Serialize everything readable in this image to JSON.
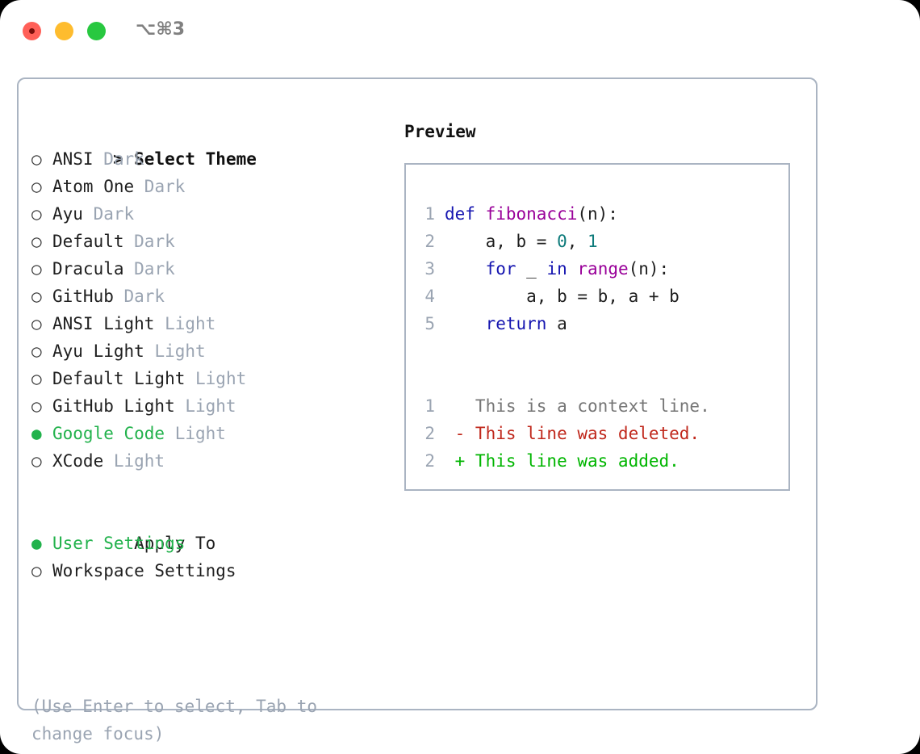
{
  "titlebar": {
    "shortcut": "⌥⌘3",
    "buttons": [
      {
        "name": "close",
        "color": "#ff6058"
      },
      {
        "name": "minimize",
        "color": "#febc2e"
      },
      {
        "name": "maximize",
        "color": "#28c840"
      }
    ]
  },
  "accent": {
    "green": "#22b24c",
    "muted": "#9aa4b2",
    "border": "#aab4c2"
  },
  "theme_list": {
    "header": "Select Theme",
    "header_prefix": ">",
    "marker_selected": "●",
    "marker_unselected": "○",
    "items": [
      {
        "name": "ANSI",
        "mode": "Dark",
        "selected": false
      },
      {
        "name": "Atom One",
        "mode": "Dark",
        "selected": false
      },
      {
        "name": "Ayu",
        "mode": "Dark",
        "selected": false
      },
      {
        "name": "Default",
        "mode": "Dark",
        "selected": false
      },
      {
        "name": "Dracula",
        "mode": "Dark",
        "selected": false
      },
      {
        "name": "GitHub",
        "mode": "Dark",
        "selected": false
      },
      {
        "name": "ANSI Light",
        "mode": "Light",
        "selected": false
      },
      {
        "name": "Ayu Light",
        "mode": "Light",
        "selected": false
      },
      {
        "name": "Default Light",
        "mode": "Light",
        "selected": false
      },
      {
        "name": "GitHub Light",
        "mode": "Light",
        "selected": false
      },
      {
        "name": "Google Code",
        "mode": "Light",
        "selected": true
      },
      {
        "name": "XCode",
        "mode": "Light",
        "selected": false
      }
    ]
  },
  "apply_to": {
    "header": "Apply To",
    "items": [
      {
        "name": "User Settings",
        "selected": true
      },
      {
        "name": "Workspace Settings",
        "selected": false
      }
    ]
  },
  "hint": "(Use Enter to select, Tab to change focus)",
  "preview": {
    "title": "Preview",
    "code_lines": [
      {
        "no": "1",
        "tokens": [
          {
            "t": "def ",
            "c": "kw"
          },
          {
            "t": "fibonacci",
            "c": "fn"
          },
          {
            "t": "(n):",
            "c": "plain"
          }
        ]
      },
      {
        "no": "2",
        "tokens": [
          {
            "t": "    a, b = ",
            "c": "plain"
          },
          {
            "t": "0",
            "c": "num"
          },
          {
            "t": ", ",
            "c": "plain"
          },
          {
            "t": "1",
            "c": "num"
          }
        ]
      },
      {
        "no": "3",
        "tokens": [
          {
            "t": "    ",
            "c": "plain"
          },
          {
            "t": "for",
            "c": "kw"
          },
          {
            "t": " _ ",
            "c": "plain"
          },
          {
            "t": "in",
            "c": "kw"
          },
          {
            "t": " ",
            "c": "plain"
          },
          {
            "t": "range",
            "c": "fn"
          },
          {
            "t": "(n):",
            "c": "plain"
          }
        ]
      },
      {
        "no": "4",
        "tokens": [
          {
            "t": "        a, b = b, a + b",
            "c": "plain"
          }
        ]
      },
      {
        "no": "5",
        "tokens": [
          {
            "t": "    ",
            "c": "plain"
          },
          {
            "t": "return",
            "c": "kw"
          },
          {
            "t": " a",
            "c": "plain"
          }
        ]
      }
    ],
    "diff_lines": [
      {
        "no": "1",
        "sign": " ",
        "text": "This is a context line.",
        "kind": "diff-ctx"
      },
      {
        "no": "2",
        "sign": "-",
        "text": "This line was deleted.",
        "kind": "diff-del"
      },
      {
        "no": "2",
        "sign": "+",
        "text": "This line was added.",
        "kind": "diff-add"
      }
    ]
  }
}
